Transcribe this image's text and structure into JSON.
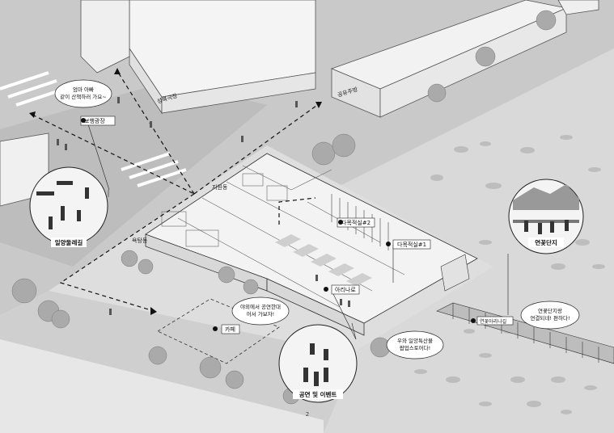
{
  "building_labels": {
    "theater": "성북극장",
    "shared_house": "공유주방",
    "support_room": "지원동",
    "bath_room": "욕탕동"
  },
  "place_tags": {
    "pedestrian_plaza": "보행광장",
    "multipurpose_1": "다목적실#1",
    "multipurpose_2": "다목적실#2",
    "arcade": "아리나로",
    "cafe": "카페",
    "riverside_bridge": "연꽃아리나길"
  },
  "bubbles": {
    "b1_line1": "엄마 아빠",
    "b1_line2": "같이 산책하러 가요~",
    "b2_line1": "야외에서 공연한대",
    "b2_line2": "어서 가보자!",
    "b3_line1": "우와 일양특산물",
    "b3_line2": "팝업스토어다!",
    "b4_line1": "연꽃단지랑",
    "b4_line2": "연결되네! 편하다!"
  },
  "circles": {
    "left": "일양둘레길",
    "bottom": "공연 및 이벤트",
    "right": "연꽃단지"
  },
  "page_number": "2",
  "colors": {
    "background": "#c9c9c9",
    "building": "#f4f4f4",
    "ground_light": "#dcdcdc",
    "dark_line": "#222222"
  }
}
